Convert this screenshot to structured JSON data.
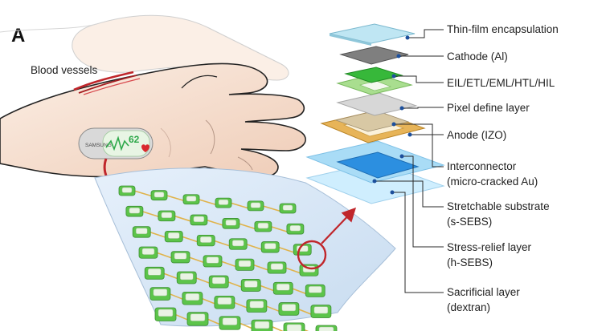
{
  "panel_label": "A",
  "hand": {
    "blood_vessels_label": "Blood vessels",
    "device_brand": "SAMSUNG",
    "heart_rate": "62"
  },
  "layers": [
    "Thin-film encapsulation",
    "Cathode (Al)",
    "EIL/ETL/EML/HTL/HIL",
    "Pixel define layer",
    "Anode (IZO)",
    [
      "Interconnector",
      "(micro-cracked Au)"
    ],
    [
      "Stretchable substrate",
      "(s-SEBS)"
    ],
    [
      "Stress-relief layer",
      "(h-SEBS)"
    ],
    [
      "Sacrificial layer",
      "(dextran)"
    ]
  ],
  "colors": {
    "skin_outline": "#222222",
    "skin_fill": "#f6e2d2",
    "vessel": "#c0262b",
    "arrow": "#c0262b",
    "pixel_green": "#5cc44a",
    "substrate_blue": "#9ed5f2",
    "leader_dot": "#1c4f9c"
  },
  "icons": [
    "heart-icon",
    "pointer-arrow-icon"
  ]
}
